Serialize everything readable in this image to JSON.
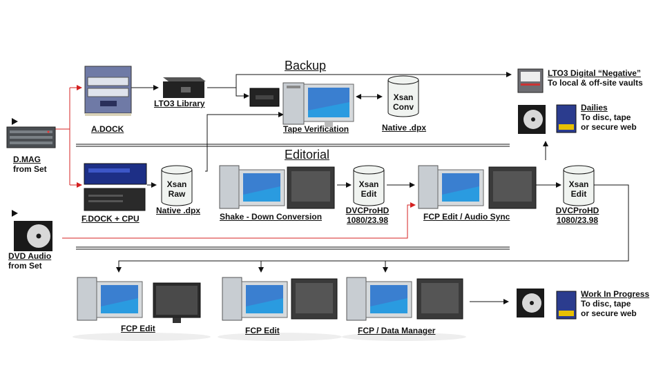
{
  "sections": {
    "backup": "Backup",
    "editorial": "Editorial"
  },
  "sources": {
    "dmag": {
      "name": "D.MAG",
      "sub": "from Set"
    },
    "dvd_audio": {
      "name": "DVD Audio",
      "sub": "from Set"
    }
  },
  "docks": {
    "adock": "A.DOCK",
    "fdock": "F.DOCK + CPU"
  },
  "lto3_library": "LTO3 Library",
  "tape_verification": "Tape Verification",
  "xsan_conv": {
    "line1": "Xsan",
    "line2": "Conv",
    "caption": "Native .dpx"
  },
  "xsan_raw": {
    "line1": "Xsan",
    "line2": "Raw",
    "caption": "Native .dpx"
  },
  "shake": "Shake - Down Conversion",
  "xsan_edit_1": {
    "line1": "Xsan",
    "line2": "Edit",
    "caption1": "DVCProHD",
    "caption2": "1080/23.98"
  },
  "fcp_audio_sync": "FCP Edit  / Audio Sync",
  "xsan_edit_2": {
    "line1": "Xsan",
    "line2": "Edit",
    "caption1": "DVCProHD",
    "caption2": "1080/23.98"
  },
  "lto3_negative": {
    "title": "LTO3 Digital “Negative”",
    "sub": "To local & off-site vaults"
  },
  "dailies": {
    "title": "Dailies",
    "line2": "To disc, tape",
    "line3": "or secure web"
  },
  "wip": {
    "title": "Work In Progress",
    "line2": "To disc, tape",
    "line3": "or secure web"
  },
  "bottom": {
    "fcp_edit_1": "FCP Edit",
    "fcp_edit_2": "FCP Edit",
    "fcp_data_manager": "FCP / Data Manager"
  },
  "colors": {
    "line": "#111111",
    "red": "#d42020",
    "screen_sky": "#3a7fd0"
  }
}
